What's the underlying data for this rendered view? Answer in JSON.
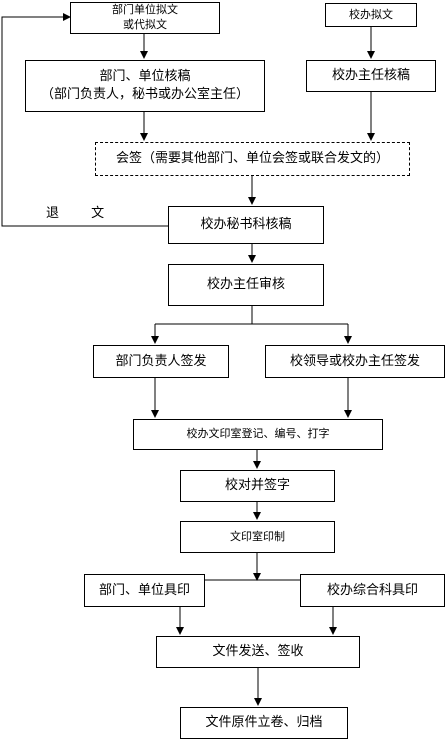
{
  "nodes": {
    "dept_draft": "部门单位拟文\n或代拟文",
    "office_draft": "校办拟文",
    "dept_review_title": "部门、单位核稿",
    "dept_review_note": "（部门负责人，秘书或办公室主任）",
    "office_director_review": "校办主任核稿",
    "countersign": "会签（需要其他部门、单位会签或联合发文的）",
    "secretary_review": "校办秘书科核稿",
    "director_audit": "校办主任审核",
    "dept_head_sign": "部门负责人签发",
    "leader_sign": "校领导或校办主任签发",
    "register": "校办文印室登记、编号、打字",
    "proofread": "校对并签字",
    "print": "文印室印制",
    "dept_seal": "部门、单位具印",
    "office_seal": "校办综合科具印",
    "dispatch": "文件发送、签收",
    "archive": "文件原件立卷、归档"
  },
  "return_label": "退 文",
  "colors": {
    "line": "#000000",
    "box_border": "#000000",
    "background": "#ffffff"
  }
}
